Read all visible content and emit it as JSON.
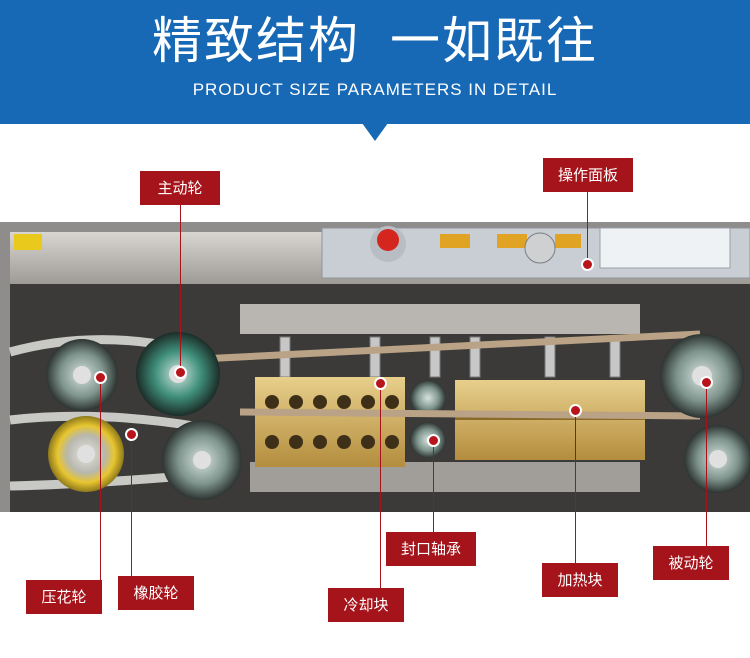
{
  "header": {
    "title_left": "精致结构",
    "title_right": "一如既往",
    "subtitle": "PRODUCT SIZE PARAMETERS IN DETAIL"
  },
  "callouts": {
    "drive_wheel": "主动轮",
    "control_panel": "操作面板",
    "seal_bearing": "封口轴承",
    "emboss_wheel": "压花轮",
    "rubber_wheel": "橡胶轮",
    "cooling_block": "冷却块",
    "heating_block": "加热块",
    "driven_wheel": "被动轮"
  },
  "colors": {
    "banner": "#1769b5",
    "callout": "#a5141a"
  }
}
